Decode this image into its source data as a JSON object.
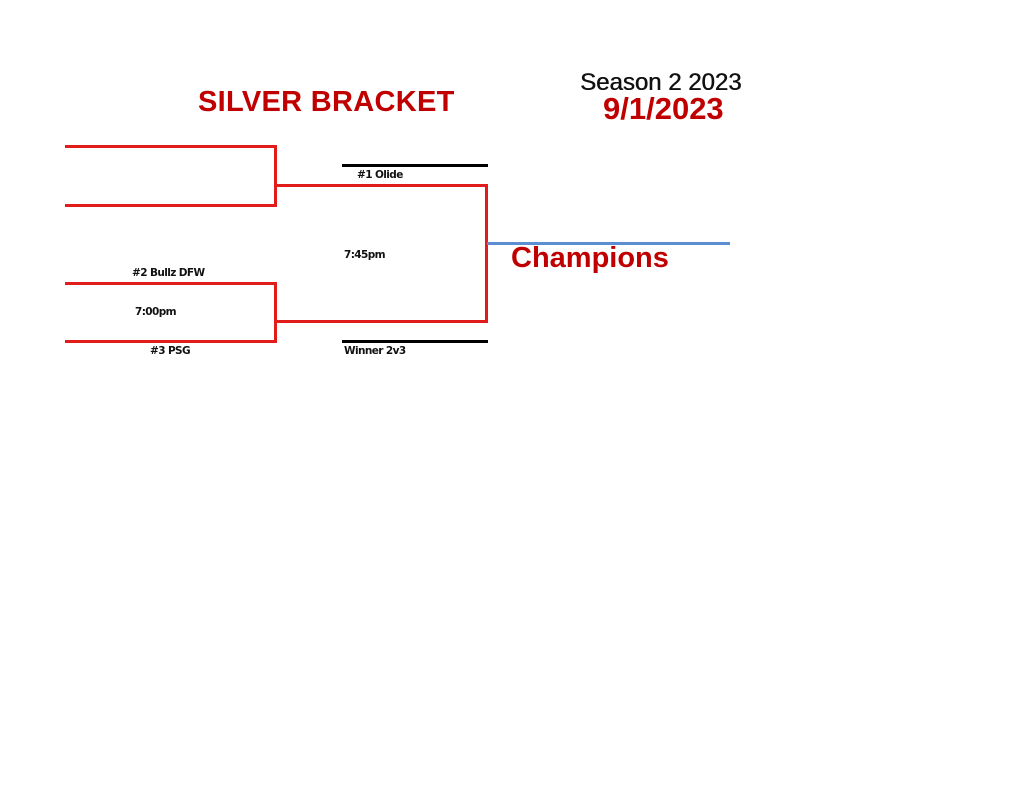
{
  "header": {
    "title": "SILVER BRACKET",
    "season": "Season 2 2023",
    "date": "9/1/2023"
  },
  "bracket": {
    "semifinal": {
      "team_top": "#2 Bullz DFW",
      "team_bottom": "#3 PSG",
      "time": "7:00pm"
    },
    "final": {
      "team_top": "#1 Olide",
      "team_bottom": "Winner 2v3",
      "time": "7:45pm"
    },
    "champion_label": "Champions"
  },
  "colors": {
    "accent_red": "#c00000",
    "bracket_red": "#e21b1b",
    "champion_line": "#5b8fd1"
  }
}
